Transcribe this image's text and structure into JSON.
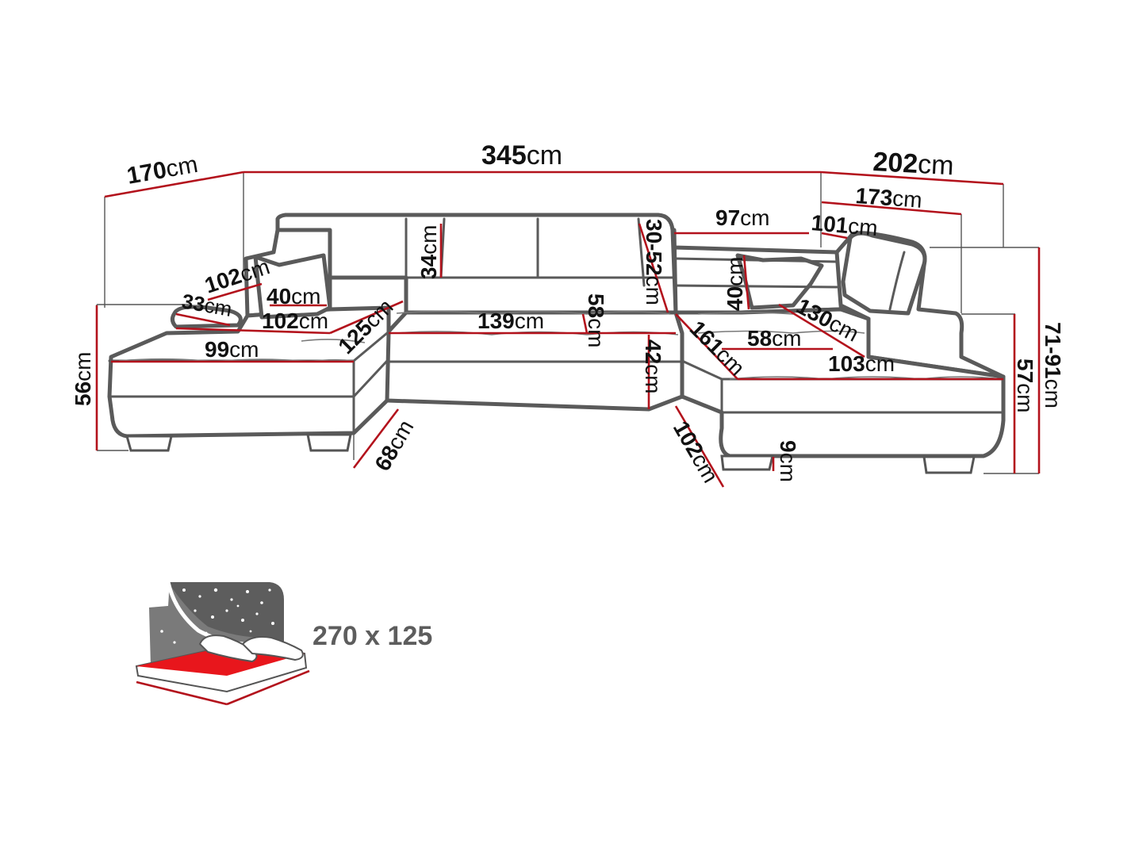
{
  "colors": {
    "dimension_line": "#b3121c",
    "outline": "#5a5a5a",
    "bed_mattress": "#e8161c",
    "bed_headboard": "#5d5d5d",
    "label_text": "#111111"
  },
  "dimensions": {
    "left_total_depth": {
      "num": "170",
      "unit": "cm"
    },
    "total_width": {
      "num": "345",
      "unit": "cm"
    },
    "right_total_depth": {
      "num": "202",
      "unit": "cm"
    },
    "right_top_depth": {
      "num": "173",
      "unit": "cm"
    },
    "headrest_width": {
      "num": "97",
      "unit": "cm"
    },
    "headrest_length": {
      "num": "101",
      "unit": "cm"
    },
    "backrest_height": {
      "num": "34",
      "unit": "cm"
    },
    "headrest_range": {
      "num": "30-52",
      "unit": "cm"
    },
    "left_armrest_length": {
      "num": "102",
      "unit": "cm"
    },
    "left_cushion": {
      "num": "40",
      "unit": "cm"
    },
    "left_pillow": {
      "num": "33",
      "unit": "cm"
    },
    "left_seat_length": {
      "num": "102",
      "unit": "cm"
    },
    "left_inner": {
      "num": "125",
      "unit": "cm"
    },
    "left_seat_width": {
      "num": "99",
      "unit": "cm"
    },
    "middle_seat_width": {
      "num": "139",
      "unit": "cm"
    },
    "seat_depth": {
      "num": "58",
      "unit": "cm"
    },
    "seat_height": {
      "num": "42",
      "unit": "cm"
    },
    "left_height": {
      "num": "56",
      "unit": "cm"
    },
    "left_base_depth": {
      "num": "68",
      "unit": "cm"
    },
    "right_cushion": {
      "num": "40",
      "unit": "cm"
    },
    "right_armrest": {
      "num": "130",
      "unit": "cm"
    },
    "right_inner": {
      "num": "161",
      "unit": "cm"
    },
    "right_seat_depth": {
      "num": "58",
      "unit": "cm"
    },
    "right_seat_width": {
      "num": "103",
      "unit": "cm"
    },
    "right_height_range": {
      "num": "71-91",
      "unit": "cm"
    },
    "right_height": {
      "num": "57",
      "unit": "cm"
    },
    "right_base_depth": {
      "num": "102",
      "unit": "cm"
    },
    "leg_height": {
      "num": "9",
      "unit": "cm"
    }
  },
  "bed": {
    "label": "270 x 125",
    "icon": "bed-with-stars-icon"
  }
}
